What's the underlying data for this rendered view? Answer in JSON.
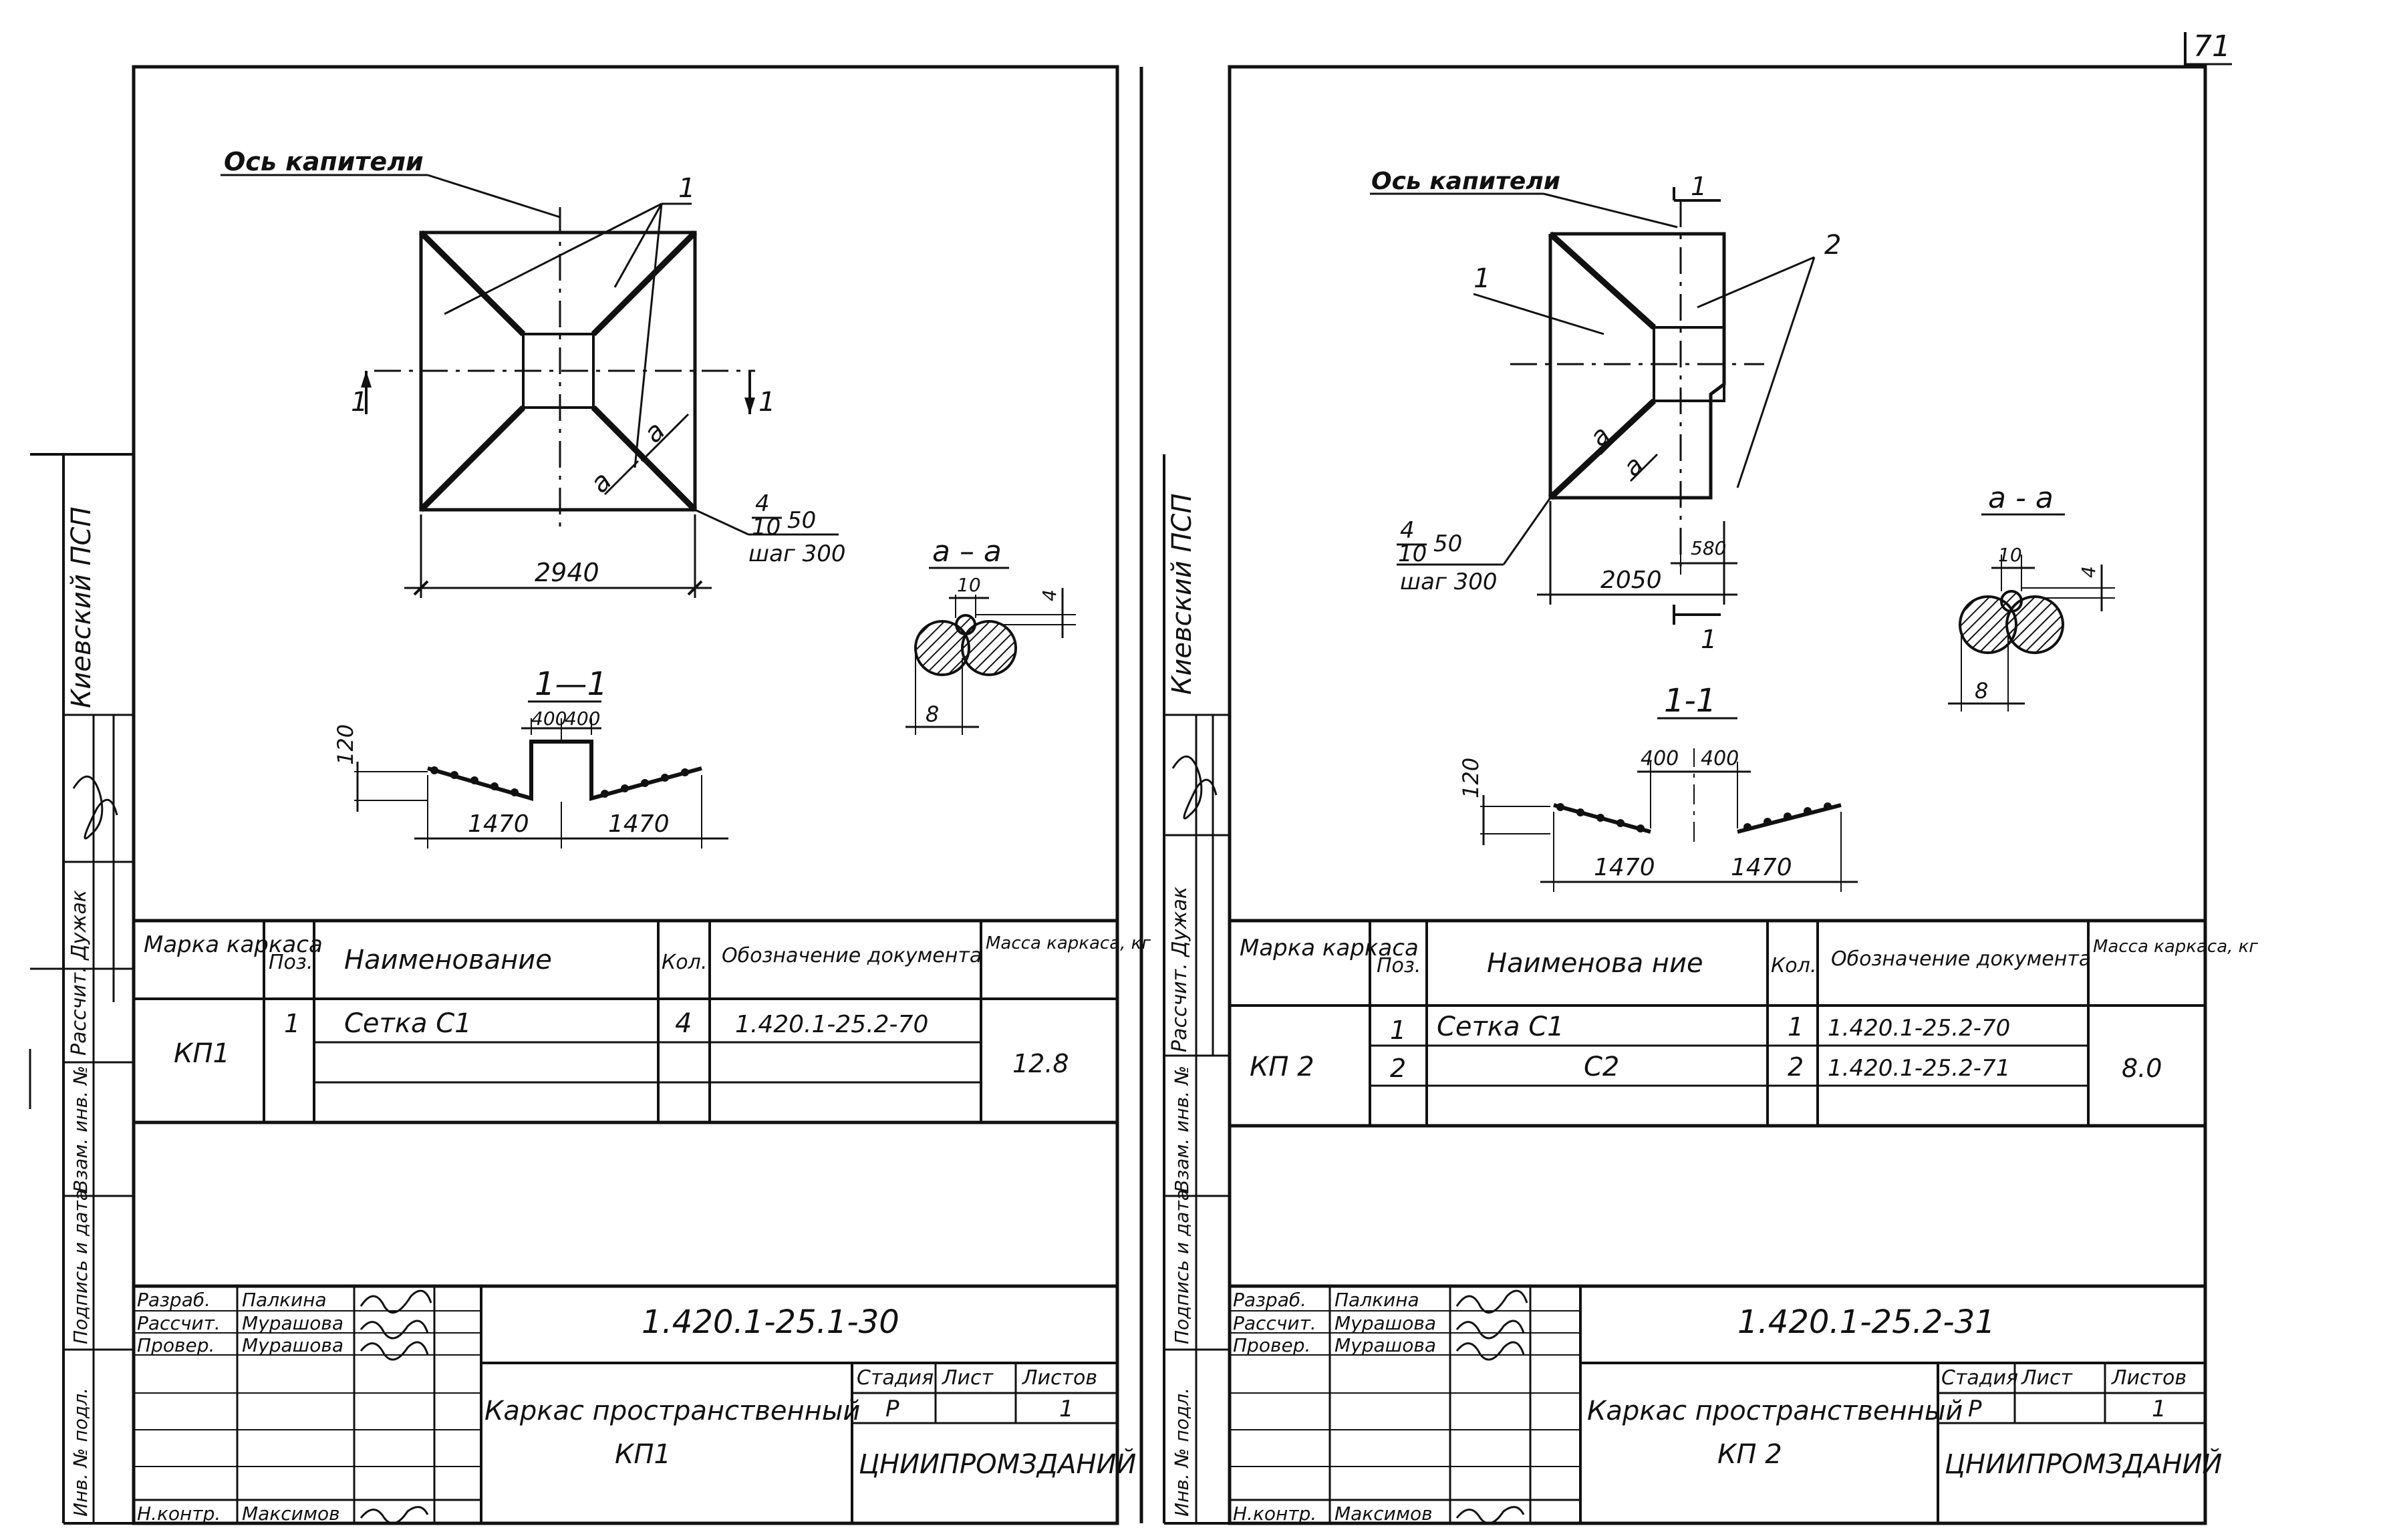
{
  "page_number": "71",
  "sheets": [
    {
      "id": "kp1",
      "label_axis": "Ось капители",
      "callout_1": "1",
      "section_mark": "1",
      "weld_a": "а",
      "weld_note_top": "4",
      "weld_note_bottom": "10",
      "weld_note_len": "50",
      "weld_step": "шаг 300",
      "dim_width": "2940",
      "section_title": "1—1",
      "dim_120": "120",
      "dim_400a": "400",
      "dim_400b": "400",
      "dim_1470a": "1470",
      "dim_1470b": "1470",
      "aa_title": "а – а",
      "aa_10": "10",
      "aa_4": "4",
      "aa_8": "8",
      "table": {
        "headers": [
          "Марка каркаса",
          "Поз.",
          "Наименование",
          "Кол.",
          "Обозначение документа",
          "Масса каркаса, кг"
        ],
        "mark": "КП1",
        "mass": "12.8",
        "rows": [
          {
            "pos": "1",
            "name": "Сетка   С1",
            "qty": "4",
            "doc": "1.420.1-25.2-70"
          }
        ]
      },
      "stamp": {
        "code": "1.420.1-25.1-30",
        "title_line1": "Каркас пространственный",
        "title_line2": "КП1",
        "org": "ЦНИИПРОМЗДАНИЙ",
        "stage_h": "Стадия",
        "sheet_h": "Лист",
        "sheets_h": "Листов",
        "stage": "Р",
        "sheet": "1",
        "roles": [
          {
            "role": "Разраб.",
            "name": "Палкина"
          },
          {
            "role": "Рассчит.",
            "name": "Мурашова"
          },
          {
            "role": "Провер.",
            "name": "Мурашова"
          },
          {
            "role": "",
            "name": ""
          },
          {
            "role": "",
            "name": ""
          },
          {
            "role": "",
            "name": ""
          },
          {
            "role": "Н.контр.",
            "name": "Максимов"
          }
        ]
      },
      "side": {
        "org": "Киевский   ПСП",
        "calc": "Рассчит. Дужак",
        "substitute": "Взам. инв. №",
        "sign": "Подпись и дата",
        "inv": "Инв. № подл."
      }
    },
    {
      "id": "kp2",
      "label_axis": "Ось капители",
      "callout_1": "1",
      "callout_2": "2",
      "section_mark": "1",
      "weld_a": "а",
      "weld_note_top": "4",
      "weld_note_bottom": "10",
      "weld_note_len": "50",
      "weld_step": "шаг 300",
      "dim_width": "2050",
      "dim_580": "580",
      "section_title": "1-1",
      "dim_120": "120",
      "dim_400a": "400",
      "dim_400b": "400",
      "dim_1470a": "1470",
      "dim_1470b": "1470",
      "aa_title": "а - а",
      "aa_10": "10",
      "aa_4": "4",
      "aa_8": "8",
      "table": {
        "headers": [
          "Марка каркаса",
          "Поз.",
          "Наименова ние",
          "Кол.",
          "Обозначение документа",
          "Масса каркаса, кг"
        ],
        "mark": "КП 2",
        "mass": "8.0",
        "rows": [
          {
            "pos": "1",
            "name": "Сетка   С1",
            "qty": "1",
            "doc": "1.420.1-25.2-70"
          },
          {
            "pos": "2",
            "name": "С2",
            "qty": "2",
            "doc": "1.420.1-25.2-71"
          }
        ]
      },
      "stamp": {
        "code": "1.420.1-25.2-31",
        "title_line1": "Каркас пространственный",
        "title_line2": "КП 2",
        "org": "ЦНИИПРОМЗДАНИЙ",
        "stage_h": "Стадия",
        "sheet_h": "Лист",
        "sheets_h": "Листов",
        "stage": "Р",
        "sheet": "1",
        "roles": [
          {
            "role": "Разраб.",
            "name": "Палкина"
          },
          {
            "role": "Рассчит.",
            "name": "Мурашова"
          },
          {
            "role": "Провер.",
            "name": "Мурашова"
          },
          {
            "role": "",
            "name": ""
          },
          {
            "role": "",
            "name": ""
          },
          {
            "role": "",
            "name": ""
          },
          {
            "role": "Н.контр.",
            "name": "Максимов"
          }
        ]
      },
      "side": {
        "org": "Киевский   ПСП",
        "calc": "Рассчит. Дужак",
        "substitute": "Взам. инв. №",
        "sign": "Подпись и дата",
        "inv": "Инв. № подл."
      }
    }
  ]
}
